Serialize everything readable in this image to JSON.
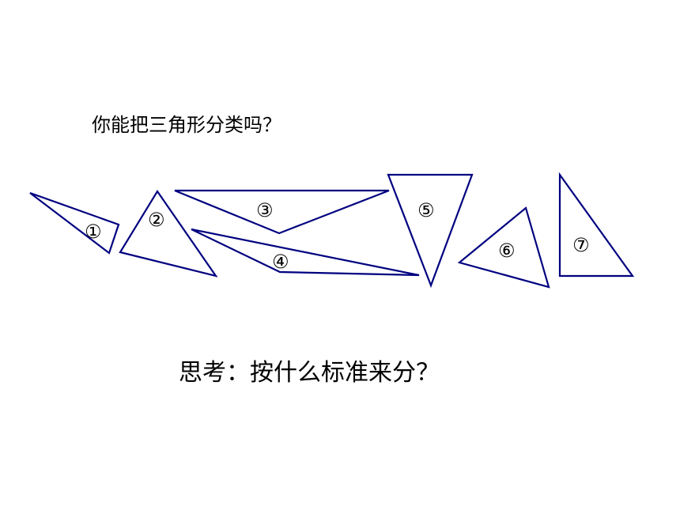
{
  "question": "你能把三角形分类吗？",
  "prompt": "思考：按什么标准来分？",
  "triangles": [
    {
      "label": "①"
    },
    {
      "label": "②"
    },
    {
      "label": "③"
    },
    {
      "label": "④"
    },
    {
      "label": "⑤"
    },
    {
      "label": "⑥"
    },
    {
      "label": "⑦"
    }
  ],
  "colors": {
    "stroke": "#000080",
    "text": "#000000",
    "background": "#ffffff"
  }
}
